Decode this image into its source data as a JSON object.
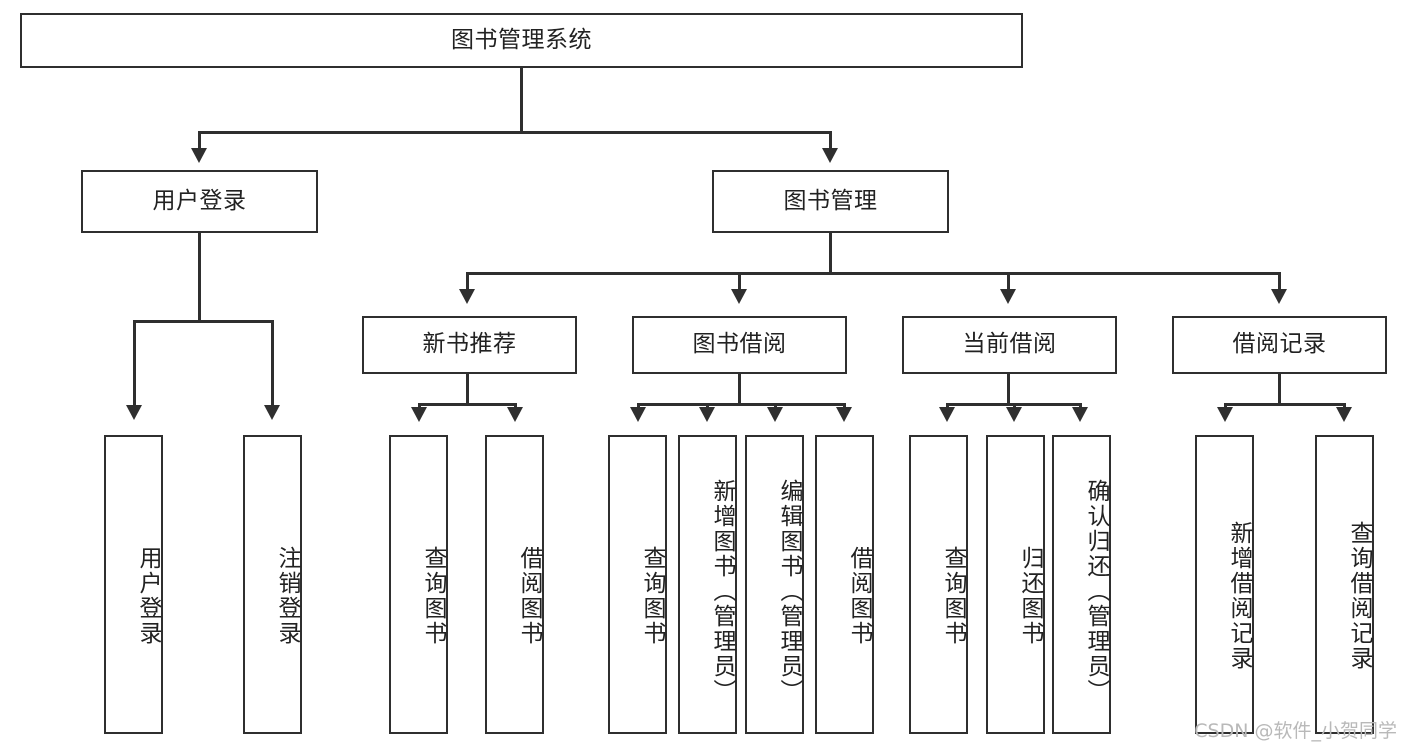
{
  "diagram": {
    "type": "tree",
    "title": "图书管理系统",
    "orientation": "top-down",
    "theme": {
      "box_border": "#2f2f2f",
      "box_fill": "#ffffff",
      "line_color": "#2f2f2f",
      "text_color": "#222222",
      "background": "#ffffff",
      "watermark_color": "#b9b9b9"
    },
    "levels": 4
  },
  "nodes": {
    "root": {
      "label": "图书管理系统",
      "level": 1
    },
    "level2": [
      {
        "id": "user-login",
        "label": "用户登录",
        "level": 2
      },
      {
        "id": "book-management",
        "label": "图书管理",
        "level": 2
      }
    ],
    "level3": [
      {
        "id": "new-book-recommend",
        "label": "新书推荐",
        "level": 3,
        "parent": "book-management"
      },
      {
        "id": "book-borrow",
        "label": "图书借阅",
        "level": 3,
        "parent": "book-management"
      },
      {
        "id": "current-borrow",
        "label": "当前借阅",
        "level": 3,
        "parent": "book-management"
      },
      {
        "id": "borrow-record",
        "label": "借阅记录",
        "level": 3,
        "parent": "book-management"
      }
    ],
    "leaves": [
      {
        "id": "leaf-user-login",
        "label": "用户登录",
        "parent": "user-login"
      },
      {
        "id": "leaf-logout-login",
        "label": "注销登录",
        "parent": "user-login"
      },
      {
        "id": "leaf-query-book-1",
        "label": "查询图书",
        "parent": "new-book-recommend"
      },
      {
        "id": "leaf-borrow-book-1",
        "label": "借阅图书",
        "parent": "new-book-recommend"
      },
      {
        "id": "leaf-query-book-2",
        "label": "查询图书",
        "parent": "book-borrow"
      },
      {
        "id": "leaf-add-book",
        "label": "新增图书（管理员）",
        "parent": "book-borrow"
      },
      {
        "id": "leaf-edit-book",
        "label": "编辑图书（管理员）",
        "parent": "book-borrow"
      },
      {
        "id": "leaf-borrow-book-2",
        "label": "借阅图书",
        "parent": "book-borrow"
      },
      {
        "id": "leaf-query-book-3",
        "label": "查询图书",
        "parent": "current-borrow"
      },
      {
        "id": "leaf-return-book",
        "label": "归还图书",
        "parent": "current-borrow"
      },
      {
        "id": "leaf-confirm-return",
        "label": "确认归还（管理员）",
        "parent": "current-borrow"
      },
      {
        "id": "leaf-add-borrow-record",
        "label": "新增借阅记录",
        "parent": "borrow-record"
      },
      {
        "id": "leaf-query-borrow-record",
        "label": "查询借阅记录",
        "parent": "borrow-record"
      }
    ]
  },
  "watermark": {
    "text": "CSDN @软件_小贺同学"
  }
}
